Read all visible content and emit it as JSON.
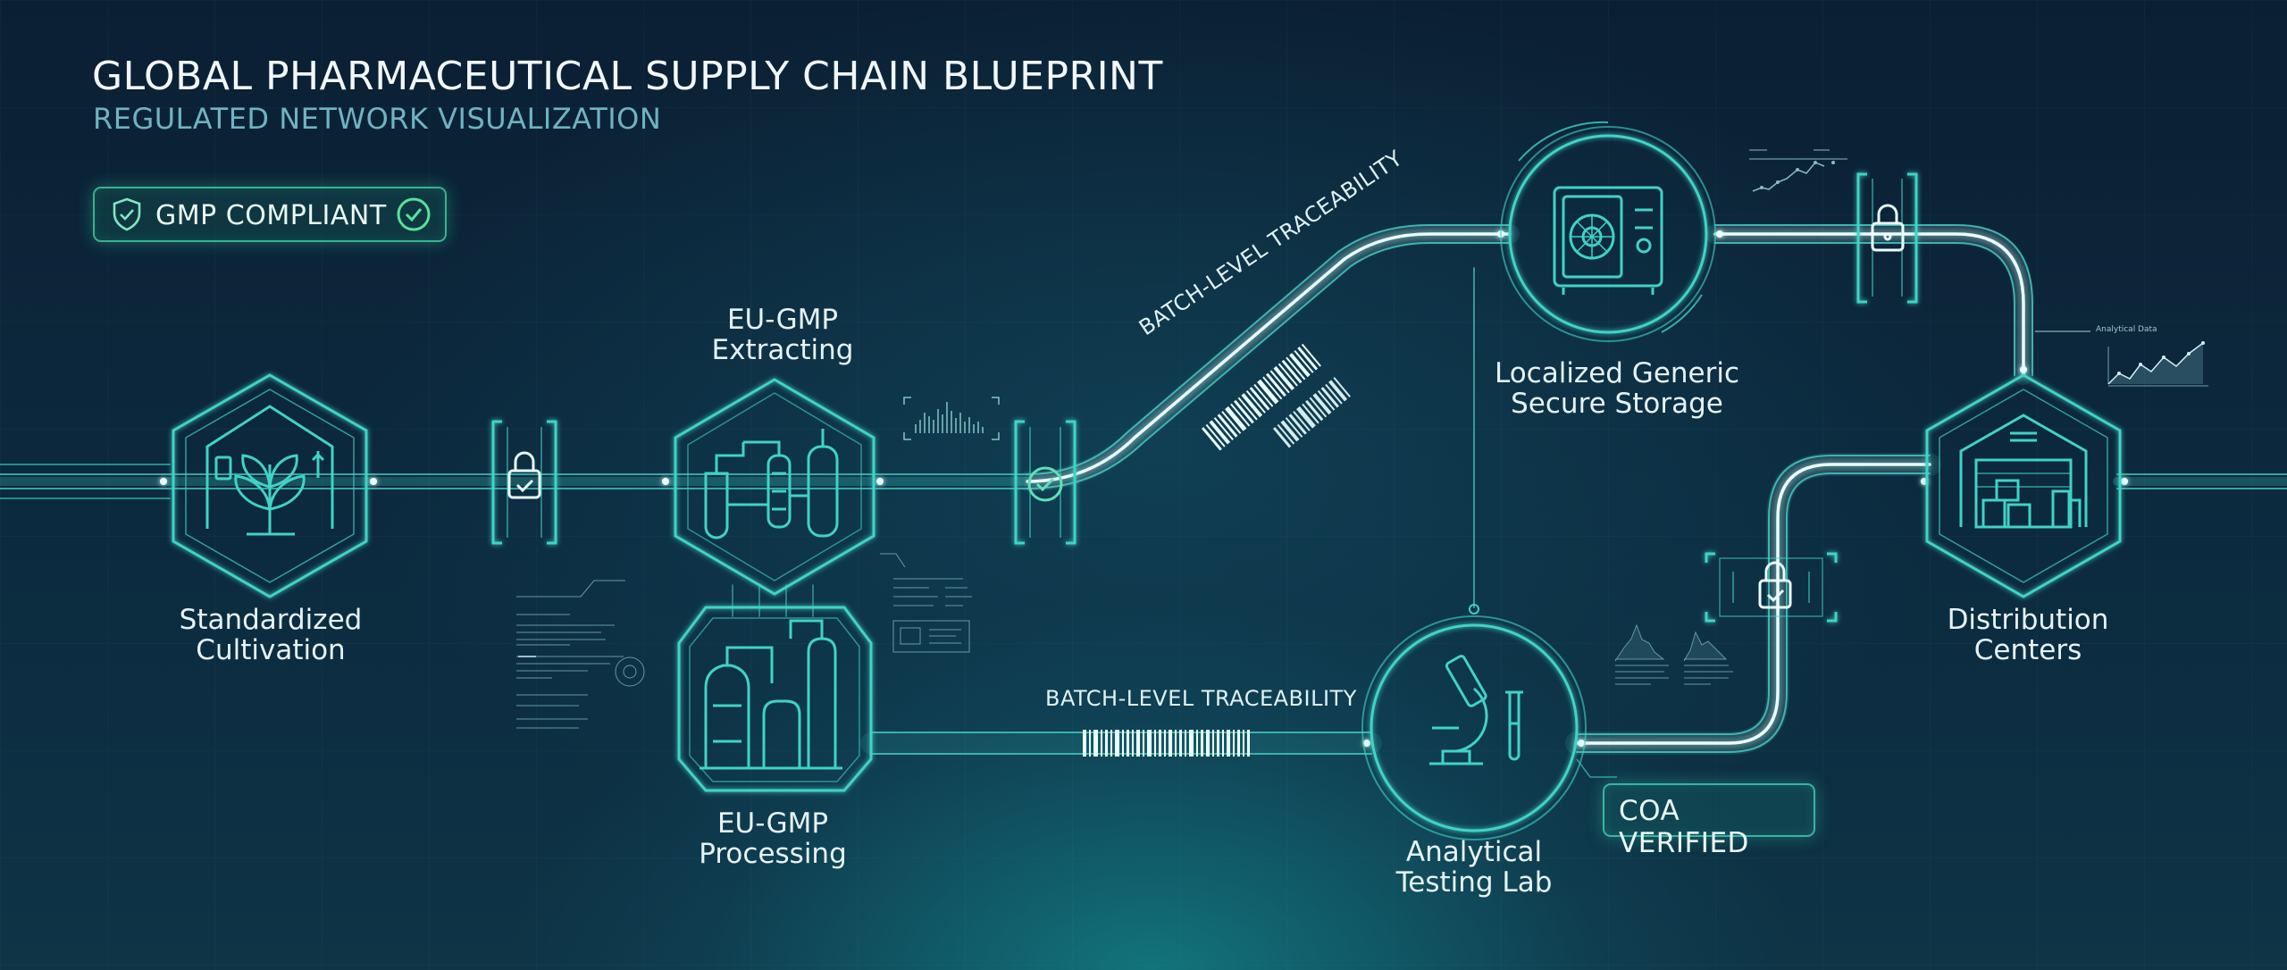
{
  "header": {
    "title": "GLOBAL PHARMACEUTICAL SUPPLY CHAIN BLUEPRINT",
    "subtitle": "REGULATED NETWORK VISUALIZATION"
  },
  "badges": {
    "gmp": "GMP COMPLIANT",
    "coa": "COA VERIFIED"
  },
  "nodes": {
    "cultivation": [
      "Standardized",
      "Cultivation"
    ],
    "extracting": [
      "EU-GMP",
      "Extracting"
    ],
    "processing": [
      "EU-GMP",
      "Processing"
    ],
    "storage": [
      "Localized Generic",
      "Secure Storage"
    ],
    "lab": [
      "Analytical",
      "Testing Lab"
    ],
    "distribution": [
      "Distribution",
      "Centers"
    ]
  },
  "traceability": {
    "diagonal_label": "BATCH-LEVEL TRACEABILITY",
    "bottom_label": "BATCH-LEVEL TRACEABILITY"
  },
  "analytics": {
    "chart_label": "Analytical Data"
  },
  "icons": {
    "cultivation": "plant-greenhouse-icon",
    "extracting": "distillation-apparatus-icon",
    "processing": "reactor-tanks-icon",
    "storage": "vault-safe-icon",
    "lab": "microscope-test-tube-icon",
    "distribution": "warehouse-icon",
    "checkpoints": [
      "lock-check-icon",
      "check-circle-icon",
      "lock-icon",
      "lock-check-icon"
    ]
  },
  "colors": {
    "background": "#0b1f33",
    "line": "#3fd3c6",
    "glow": "#e9ffff",
    "badge_green": "#46dca8",
    "text": "#e6f3f6",
    "subtitle": "#6fb3c2"
  }
}
